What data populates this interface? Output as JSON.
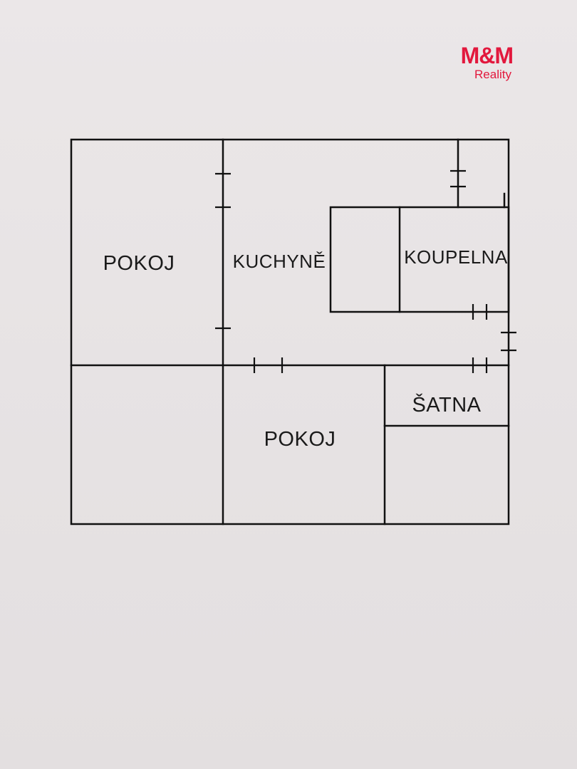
{
  "logo": {
    "mark": "M&M",
    "sub": "Reality",
    "color": "#e2183d"
  },
  "rooms": {
    "pokoj_1": "POKOJ",
    "kuchyne": "KUCHYNĚ",
    "koupelna": "KOUPELNA",
    "satna": "ŠATNA",
    "pokoj_2": "POKOJ"
  },
  "colors": {
    "wall": "#111111",
    "paper": "#e8e4e5"
  }
}
